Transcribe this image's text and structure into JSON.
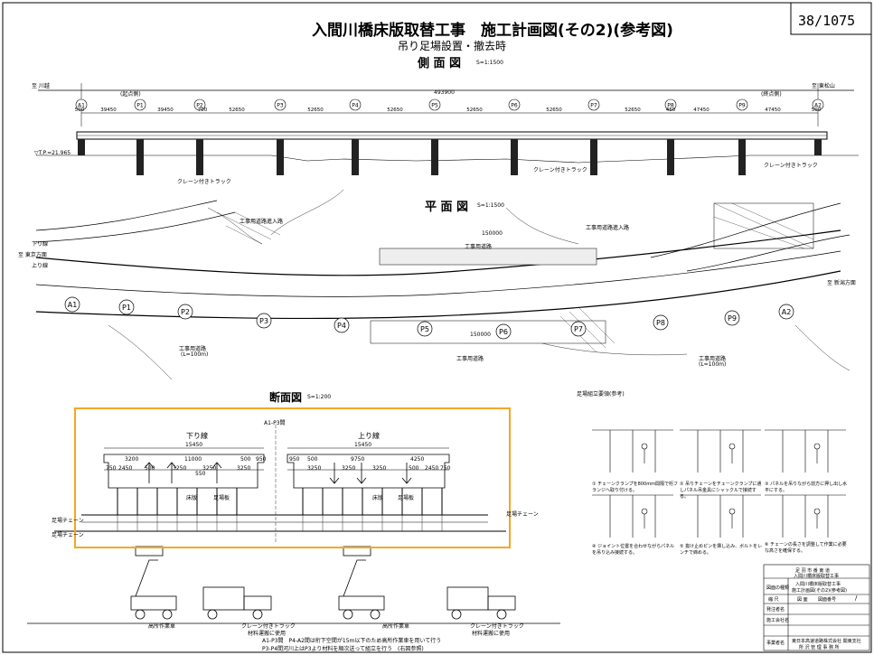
{
  "page_counter": "38/1075",
  "title": "入間川橋床版取替工事　施工計画図(その2)(参考図)",
  "subtitle": "吊り足場設置・撤去時",
  "side_view": {
    "heading": "側 面 図",
    "scale": "S=1:1500",
    "left_end": "至 川越",
    "right_end": "至 東松山",
    "left_span_label": "(起点側)",
    "right_span_label": "(終点側)",
    "total_length": "493900",
    "piers": [
      "A1",
      "P1",
      "P2",
      "P3",
      "P4",
      "P5",
      "P6",
      "P7",
      "P8",
      "P9",
      "A2"
    ],
    "span_lengths": [
      "500",
      "39450",
      "39450",
      "700",
      "52650",
      "52650",
      "52650",
      "52650",
      "52650",
      "52650",
      "450",
      "47450",
      "47450",
      "500"
    ],
    "elevation_label": "▽T.P.=21.965",
    "crane_truck": "クレーン付きトラック"
  },
  "plan_view": {
    "heading": "平 面 図",
    "scale": "S=1:1500",
    "lane_down": "下り線",
    "lane_up": "上り線",
    "direction_left": "至 東京方面",
    "direction_right": "至 新潟方面",
    "work_road_entry": "工事用道路進入路",
    "work_road_entry_right": "工事用道路進入路",
    "work_road": "工事用道路",
    "dimension": "150000",
    "work_road_left": "工事用道路",
    "work_road_left_len": "(L=100m)",
    "work_road_right": "工事用道路",
    "work_road_right_len": "(L=100m)"
  },
  "section_view": {
    "heading": "断面図",
    "scale": "S=1:200",
    "span": "A1-P3間",
    "down_line": "下り線",
    "up_line": "上り線",
    "width_left": "15450",
    "width_right": "15450",
    "dims_left": [
      "3200",
      "11000",
      "500",
      "950"
    ],
    "dims_right": [
      "950",
      "500",
      "9750",
      "4250"
    ],
    "sub_dims_left": [
      "750",
      "2450",
      "500",
      "3250",
      "3250",
      "3250"
    ],
    "sub_dims_right": [
      "3250",
      "3250",
      "3250",
      "500",
      "2450",
      "750"
    ],
    "middle_dim": "550",
    "scaffold_chain": "足場チェーン",
    "floor_label": "床版",
    "deck_label": "足場板",
    "aerial_vehicle": "高所作業車",
    "crane_truck": "クレーン付きトラック",
    "crane_note": "材料運搬に使用"
  },
  "notes": [
    "A1-P3間　P4-A2間は桁下空間が15m以下のため高所作業車を用いて行う",
    "P3-P4間河川上はP3より材料を順次送って組立を行う　(右図参照)"
  ],
  "scaffold_procedure": {
    "heading": "足場組立要領(参考)",
    "steps": [
      "① チェーンクランプを800mm間隔で桁フランジへ取り付ける。",
      "② 吊りチェーンをチェーンクランプに通しパネル吊金具にシャックルで接続する。",
      "③ パネルを吊りながら前方に押し出し水平にする。",
      "④ ジョイント位置を合わせながらパネルを吊り込み接続する。",
      "⑤ 抜け止めピンを挿し込み、ボルトをレンチで締める。",
      "⑥ チェーンの長さを調整して作業に必要な高さを確保する。"
    ]
  },
  "title_block": {
    "company": "足 羽 市 番 東 道",
    "project": "入間川橋床版取替工事",
    "drawing_kind": "図面の種類",
    "drawing_name_1": "入間川橋床版取替工事",
    "drawing_name_2": "施工計画図(その2)(参考図)",
    "scale_label": "縮 尺",
    "drawing_no_label": "図 面",
    "revision_label": "図面番号",
    "slash": "/",
    "company_label_1": "発注者名",
    "company_label_2": "施工会社名",
    "owner_label": "事業者名",
    "owner_value": "東日本高速道路株式会社 関東支社",
    "owner_sub": "所 沢 管 理 事 務 所"
  }
}
